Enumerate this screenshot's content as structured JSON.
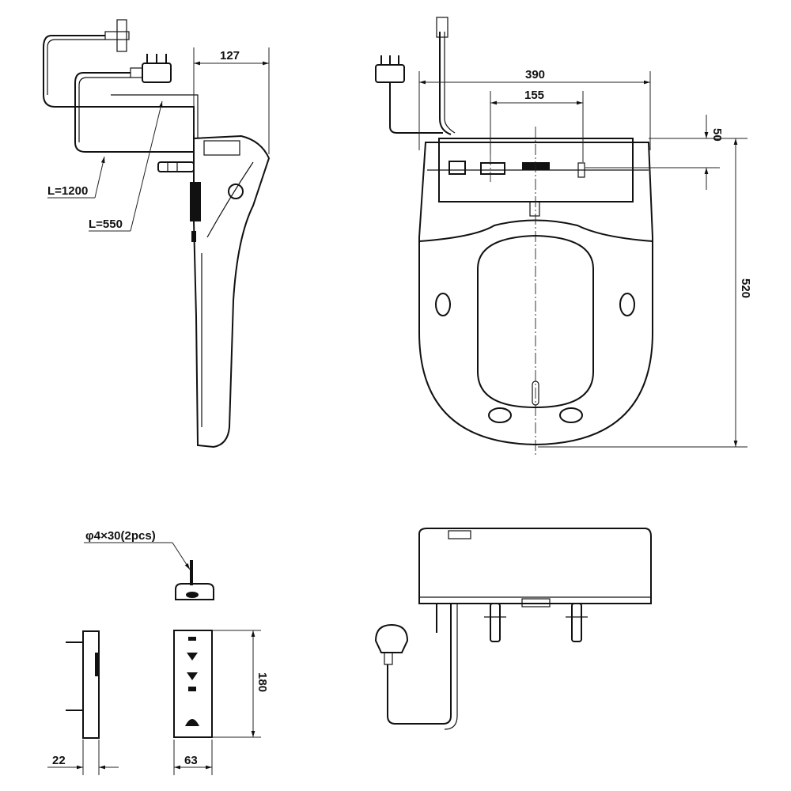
{
  "drawing": {
    "side_view": {
      "depth_label": "127",
      "cable1_label": "L=1200",
      "cable2_label": "L=550"
    },
    "top_view": {
      "width_label": "390",
      "bolt_spacing_label": "155",
      "bolt_offset_label": "50",
      "length_label": "520"
    },
    "bracket_view": {
      "screw_label": "φ4×30(2pcs)",
      "height_label": "180",
      "thickness_label": "22",
      "width_label": "63"
    }
  }
}
